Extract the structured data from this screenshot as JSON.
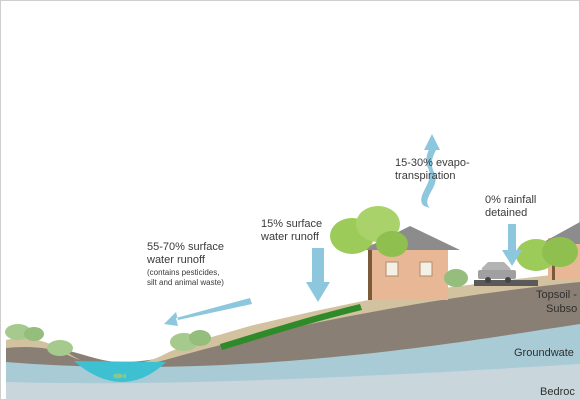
{
  "labels": {
    "runoff_55": {
      "line1": "55-70% surface",
      "line2": "water runoff",
      "note1": "(contains pesticides,",
      "note2": "silt and animal waste)"
    },
    "runoff_15": {
      "line1": "15% surface",
      "line2": "water runoff"
    },
    "evapo": {
      "line1": "15-30% evapo-",
      "line2": "transpiration"
    },
    "rainfall": {
      "line1": "0% rainfall",
      "line2": "detained"
    }
  },
  "layers": {
    "topsoil": "Topsoil -",
    "subsoil": "Subso",
    "groundwater": "Groundwate",
    "bedrock": "Bedroc"
  },
  "colors": {
    "arrow": "#8cc7de",
    "water": "#3cc0d2",
    "groundwater": "#a9cbd6",
    "bedrock": "#c9d6dc",
    "subsoil": "#8a7f74",
    "topsoil": "#d3c29f",
    "grass_strip": "#2f8a2a",
    "tree": "#9ccb5a",
    "house_wall": "#e8b896",
    "roof": "#8c8c8c"
  },
  "icons": [
    "arrow-icon",
    "tree-icon",
    "house-icon",
    "car-icon",
    "shrub-icon",
    "fish-icon"
  ]
}
